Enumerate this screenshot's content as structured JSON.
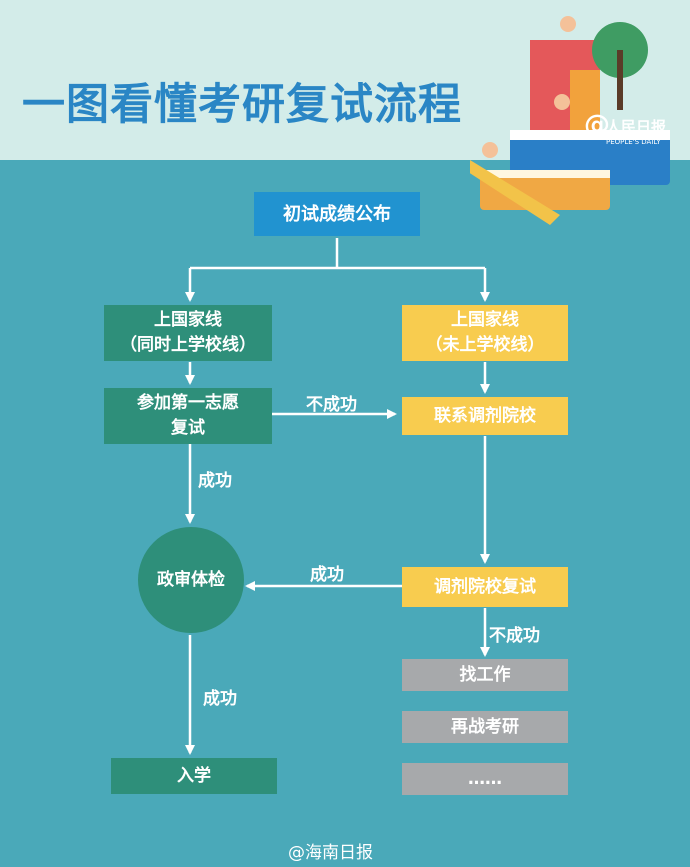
{
  "header": {
    "title": "一图看懂考研复试流程",
    "logo_text": "人民日报",
    "logo_en": "PEOPLE'S DAILY"
  },
  "flow": {
    "start": "初试成绩公布",
    "left_top_line1": "上国家线",
    "left_top_line2": "（同时上学校线）",
    "first_choice_line1": "参加第一志愿",
    "first_choice_line2": "复试",
    "right_top_line1": "上国家线",
    "right_top_line2": "（未上学校线）",
    "contact_adjust": "联系调剂院校",
    "adjust_retest": "调剂院校复试",
    "political_check": "政审体检",
    "enroll": "入学",
    "find_job": "找工作",
    "retry_exam": "再战考研",
    "ellipsis": "……"
  },
  "labels": {
    "fail_1": "不成功",
    "success_1": "成功",
    "success_2": "成功",
    "fail_2": "不成功",
    "success_3": "成功"
  },
  "footer": {
    "source": "@海南日报"
  }
}
